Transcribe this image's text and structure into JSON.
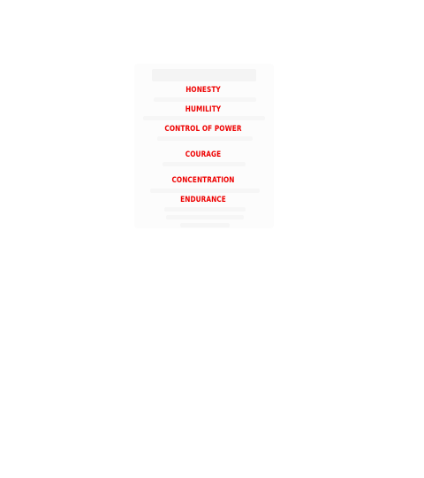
{
  "colors": {
    "background": "#ffffff",
    "virtue_text": "#ee0000",
    "faint_panel": "#fcfcfc"
  },
  "virtues": [
    "HONESTY",
    "HUMILITY",
    "CONTROL OF POWER",
    "COURAGE",
    "CONCENTRATION",
    "ENDURANCE"
  ]
}
